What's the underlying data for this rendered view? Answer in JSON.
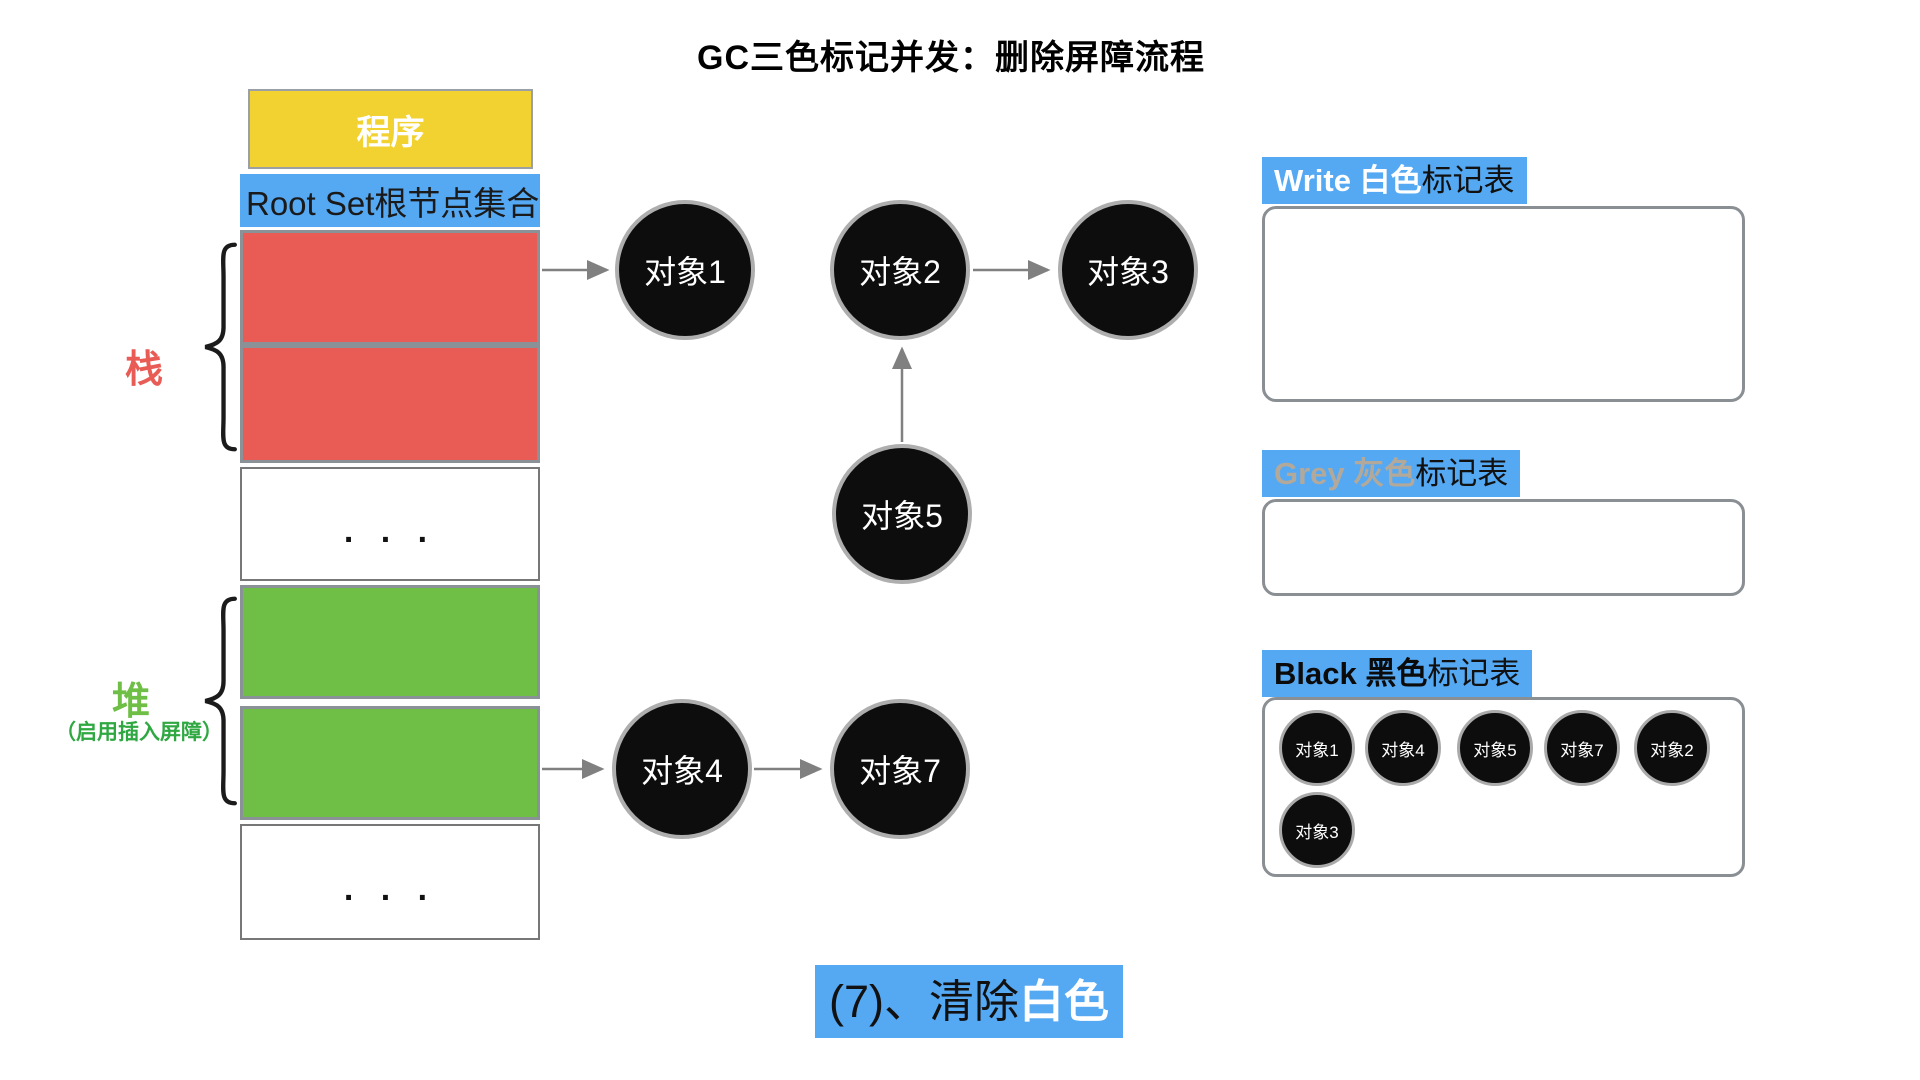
{
  "title": "GC三色标记并发：删除屏障流程",
  "memory": {
    "program": "程序",
    "root_set": "Root Set根节点集合",
    "stack_label": "栈",
    "heap_label": "堆",
    "heap_note": "（启用插入屏障）",
    "ellipsis_top": ". . .",
    "ellipsis_bottom": ". . ."
  },
  "graph": {
    "nodes": [
      {
        "label": "对象1"
      },
      {
        "label": "对象2"
      },
      {
        "label": "对象3"
      },
      {
        "label": "对象5"
      },
      {
        "label": "对象4"
      },
      {
        "label": "对象7"
      }
    ]
  },
  "tables": {
    "white": {
      "title_highlight": "Write 白色",
      "title_rest": "标记表",
      "items": []
    },
    "grey": {
      "title_highlight": "Grey 灰色",
      "title_rest": "标记表",
      "items": []
    },
    "black": {
      "title_highlight": "Black 黑色",
      "title_rest": "标记表",
      "items": [
        {
          "label": "对象1"
        },
        {
          "label": "对象4"
        },
        {
          "label": "对象5"
        },
        {
          "label": "对象7"
        },
        {
          "label": "对象2"
        },
        {
          "label": "对象3"
        }
      ]
    }
  },
  "footer": {
    "step": "(7)、清除",
    "highlight": "白色"
  },
  "colors": {
    "accent_blue": "#55A8F2",
    "stack_red": "#E85C55",
    "heap_green": "#6FBE45",
    "program_yellow": "#F2D230",
    "node_black": "#0D0D0D"
  }
}
